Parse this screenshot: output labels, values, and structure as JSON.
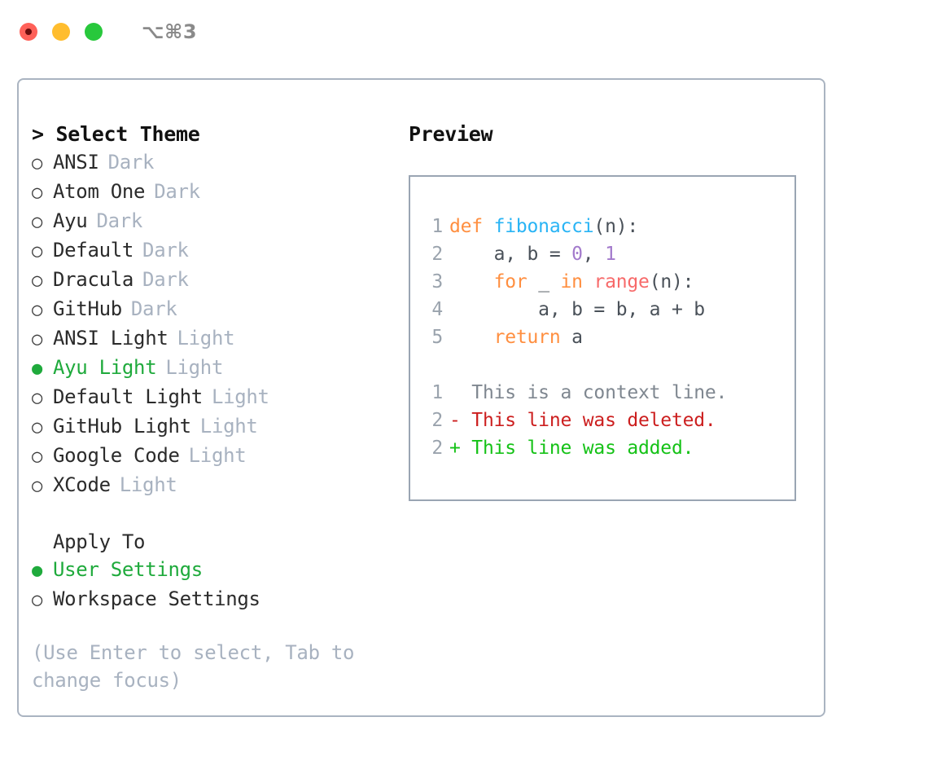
{
  "window": {
    "shortcut": "⌥⌘3",
    "traffic_lights": [
      {
        "name": "close",
        "color": "#ff6159"
      },
      {
        "name": "minimize",
        "color": "#ffbd2e"
      },
      {
        "name": "maximize",
        "color": "#28c83c"
      }
    ]
  },
  "theme_section": {
    "header": "> Select Theme",
    "selected": "Ayu Light",
    "bullet_selected": "●",
    "bullet_unselected": "○",
    "items": [
      {
        "label": "ANSI",
        "badge": "Dark",
        "selected": false
      },
      {
        "label": "Atom One",
        "badge": "Dark",
        "selected": false
      },
      {
        "label": "Ayu",
        "badge": "Dark",
        "selected": false
      },
      {
        "label": "Default",
        "badge": "Dark",
        "selected": false
      },
      {
        "label": "Dracula",
        "badge": "Dark",
        "selected": false
      },
      {
        "label": "GitHub",
        "badge": "Dark",
        "selected": false
      },
      {
        "label": "ANSI Light",
        "badge": "Light",
        "selected": false
      },
      {
        "label": "Ayu Light",
        "badge": "Light",
        "selected": true
      },
      {
        "label": "Default Light",
        "badge": "Light",
        "selected": false
      },
      {
        "label": "GitHub Light",
        "badge": "Light",
        "selected": false
      },
      {
        "label": "Google Code",
        "badge": "Light",
        "selected": false
      },
      {
        "label": "XCode",
        "badge": "Light",
        "selected": false
      }
    ]
  },
  "apply_section": {
    "header": "Apply To",
    "items": [
      {
        "label": "User Settings",
        "selected": true
      },
      {
        "label": "Workspace Settings",
        "selected": false
      }
    ]
  },
  "hint": "(Use Enter to select, Tab to change focus)",
  "preview": {
    "title": "Preview",
    "code_lines": [
      {
        "num": "1",
        "tokens": [
          {
            "text": "def ",
            "type": "kw"
          },
          {
            "text": "fibonacci",
            "type": "fn"
          },
          {
            "text": "(n):",
            "type": "plain"
          }
        ]
      },
      {
        "num": "2",
        "tokens": [
          {
            "text": "    a, b = ",
            "type": "plain"
          },
          {
            "text": "0",
            "type": "num"
          },
          {
            "text": ", ",
            "type": "plain"
          },
          {
            "text": "1",
            "type": "num"
          }
        ]
      },
      {
        "num": "3",
        "tokens": [
          {
            "text": "    ",
            "type": "plain"
          },
          {
            "text": "for",
            "type": "kw"
          },
          {
            "text": " _ ",
            "type": "plain"
          },
          {
            "text": "in",
            "type": "kw"
          },
          {
            "text": " ",
            "type": "plain"
          },
          {
            "text": "range",
            "type": "call"
          },
          {
            "text": "(n):",
            "type": "plain"
          }
        ]
      },
      {
        "num": "4",
        "tokens": [
          {
            "text": "        a, b = b, a + b",
            "type": "plain"
          }
        ]
      },
      {
        "num": "5",
        "tokens": [
          {
            "text": "    ",
            "type": "plain"
          },
          {
            "text": "return",
            "type": "kw"
          },
          {
            "text": " a",
            "type": "plain"
          }
        ]
      }
    ],
    "diff_lines": [
      {
        "num": "1",
        "marker": "  ",
        "text": "This is a context line.",
        "type": "ctx"
      },
      {
        "num": "2",
        "marker": "- ",
        "text": "This line was deleted.",
        "type": "del"
      },
      {
        "num": "2",
        "marker": "+ ",
        "text": "This line was added.",
        "type": "add"
      }
    ]
  },
  "colors": {
    "accent_green": "#1faa3c",
    "badge_gray": "#a8b2c0",
    "panel_border": "#aab4c1",
    "preview_border": "#9aa5b3",
    "keyword_orange": "#ff8f40",
    "function_blue": "#29b4f5",
    "number_purple": "#a37acc",
    "call_red": "#f76a6a",
    "diff_deleted": "#cc1f1f",
    "diff_added": "#15c217"
  }
}
